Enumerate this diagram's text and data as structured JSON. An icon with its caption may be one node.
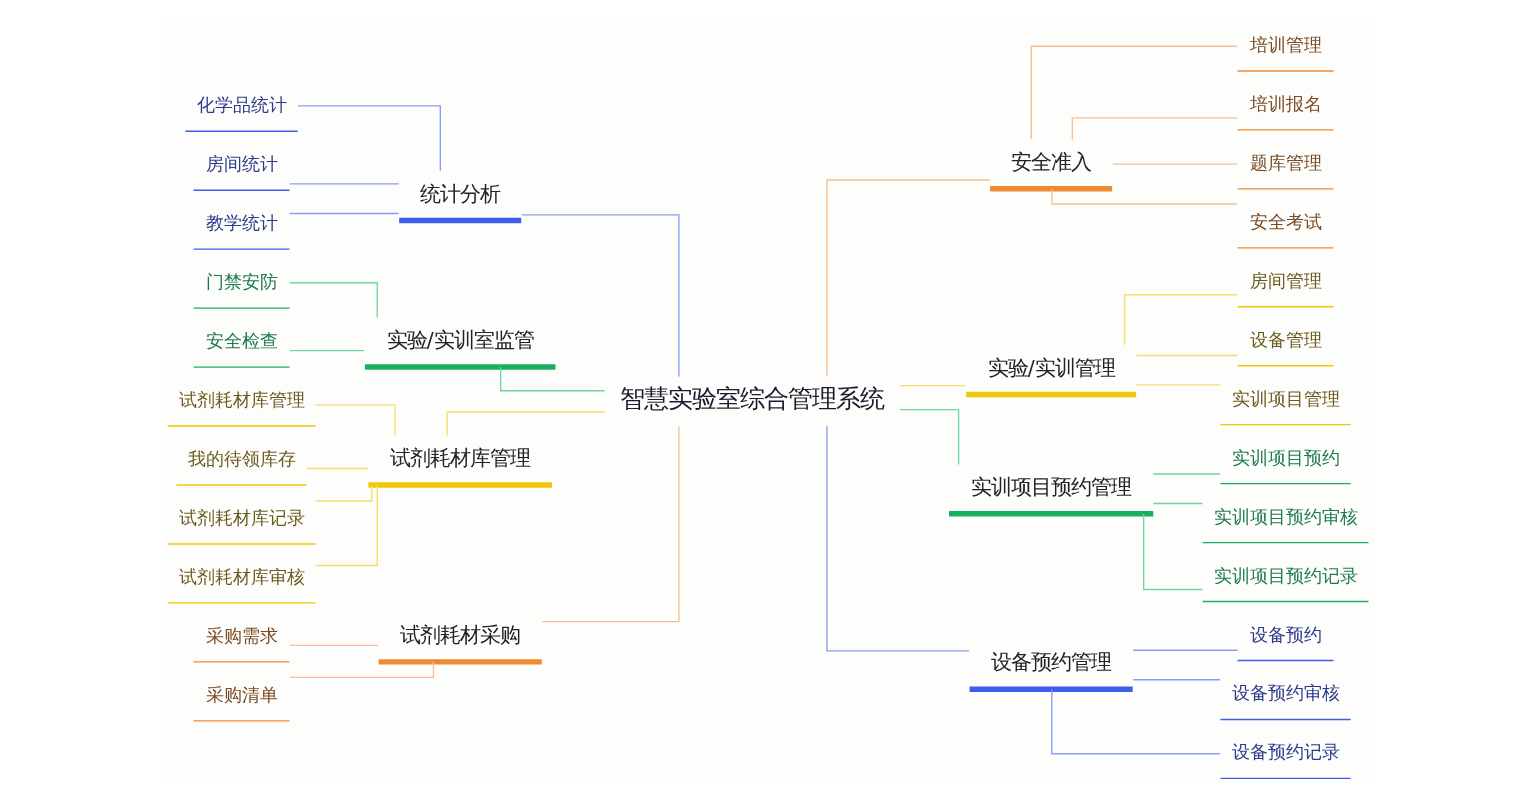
{
  "diagram": {
    "nodes": [
      {
        "text": [
          "智慧实验室综合管理系统"
        ]
      },
      {
        "text": [
          "统计分析"
        ]
      },
      {
        "text": [
          "化学品统计"
        ]
      },
      {
        "text": [
          "房间统计"
        ]
      },
      {
        "text": [
          "教学统计"
        ]
      },
      {
        "text": [
          "实验/实训室监管"
        ]
      },
      {
        "text": [
          "门禁安防"
        ]
      },
      {
        "text": [
          "安全检查"
        ]
      },
      {
        "text": [
          "试剂耗材库管理"
        ]
      },
      {
        "text": [
          "试剂耗材库管理"
        ]
      },
      {
        "text": [
          "我的待领库存"
        ]
      },
      {
        "text": [
          "试剂耗材库记录"
        ]
      },
      {
        "text": [
          "试剂耗材库审核"
        ]
      },
      {
        "text": [
          "试剂耗材采购"
        ]
      },
      {
        "text": [
          "采购需求"
        ]
      },
      {
        "text": [
          "采购清单"
        ]
      },
      {
        "text": [
          "安全准入"
        ]
      },
      {
        "text": [
          "培训管理"
        ]
      },
      {
        "text": [
          "培训报名"
        ]
      },
      {
        "text": [
          "题库管理"
        ]
      },
      {
        "text": [
          "安全考试"
        ]
      },
      {
        "text": [
          "实验/实训管理"
        ]
      },
      {
        "text": [
          "房间管理"
        ]
      },
      {
        "text": [
          "设备管理"
        ]
      },
      {
        "text": [
          "实训项目管理"
        ]
      },
      {
        "text": [
          "实训项目预约管理"
        ]
      },
      {
        "text": [
          "实训项目预约"
        ]
      },
      {
        "text": [
          "实训项目预约审核"
        ]
      },
      {
        "text": [
          "实训项目预约记录"
        ]
      },
      {
        "text": [
          "设备预约管理"
        ]
      },
      {
        "text": [
          "设备预约"
        ]
      },
      {
        "text": [
          "设备预约审核"
        ]
      },
      {
        "text": [
          "设备预约记录"
        ]
      }
    ],
    "edges": [
      {
        "from": 0,
        "to": 1,
        "arrow": "none",
        "color": "#8a9cf5"
      },
      {
        "from": 1,
        "to": 2,
        "arrow": "none",
        "color": "#8a9cf5"
      },
      {
        "from": 1,
        "to": 3,
        "arrow": "none",
        "color": "#8a9cf5"
      },
      {
        "from": 1,
        "to": 4,
        "arrow": "none",
        "color": "#8a9cf5"
      },
      {
        "from": 0,
        "to": 5,
        "arrow": "none",
        "color": "#6fd6a6"
      },
      {
        "from": 5,
        "to": 6,
        "arrow": "none",
        "color": "#6fd6a6"
      },
      {
        "from": 5,
        "to": 7,
        "arrow": "none",
        "color": "#6fd6a6"
      },
      {
        "from": 0,
        "to": 8,
        "arrow": "none",
        "color": "#f5dd70"
      },
      {
        "from": 8,
        "to": 9,
        "arrow": "none",
        "color": "#f5dd70"
      },
      {
        "from": 8,
        "to": 10,
        "arrow": "none",
        "color": "#f5dd70"
      },
      {
        "from": 8,
        "to": 11,
        "arrow": "none",
        "color": "#f5dd70"
      },
      {
        "from": 8,
        "to": 12,
        "arrow": "none",
        "color": "#f5dd70"
      },
      {
        "from": 0,
        "to": 13,
        "arrow": "none",
        "color": "#f7bf93"
      },
      {
        "from": 13,
        "to": 14,
        "arrow": "none",
        "color": "#f7bf93"
      },
      {
        "from": 13,
        "to": 15,
        "arrow": "none",
        "color": "#f7bf93"
      },
      {
        "from": 0,
        "to": 16,
        "arrow": "none",
        "color": "#f7bf93"
      },
      {
        "from": 16,
        "to": 17,
        "arrow": "none",
        "color": "#f7bf93"
      },
      {
        "from": 16,
        "to": 18,
        "arrow": "none",
        "color": "#f7bf93"
      },
      {
        "from": 16,
        "to": 19,
        "arrow": "none",
        "color": "#f7bf93"
      },
      {
        "from": 16,
        "to": 20,
        "arrow": "none",
        "color": "#f7bf93"
      },
      {
        "from": 0,
        "to": 21,
        "arrow": "none",
        "color": "#f5dd70"
      },
      {
        "from": 21,
        "to": 22,
        "arrow": "none",
        "color": "#f5dd70"
      },
      {
        "from": 21,
        "to": 23,
        "arrow": "none",
        "color": "#f5dd70"
      },
      {
        "from": 21,
        "to": 24,
        "arrow": "none",
        "color": "#f5dd70"
      },
      {
        "from": 0,
        "to": 25,
        "arrow": "none",
        "color": "#6fd6a6"
      },
      {
        "from": 25,
        "to": 26,
        "arrow": "none",
        "color": "#6fd6a6"
      },
      {
        "from": 25,
        "to": 27,
        "arrow": "none",
        "color": "#6fd6a6"
      },
      {
        "from": 25,
        "to": 28,
        "arrow": "none",
        "color": "#6fd6a6"
      },
      {
        "from": 0,
        "to": 29,
        "arrow": "none",
        "color": "#8a9cf5"
      },
      {
        "from": 29,
        "to": 30,
        "arrow": "none",
        "color": "#8a9cf5"
      },
      {
        "from": 29,
        "to": 31,
        "arrow": "none",
        "color": "#8a9cf5"
      },
      {
        "from": 29,
        "to": 32,
        "arrow": "none",
        "color": "#8a9cf5"
      }
    ]
  }
}
